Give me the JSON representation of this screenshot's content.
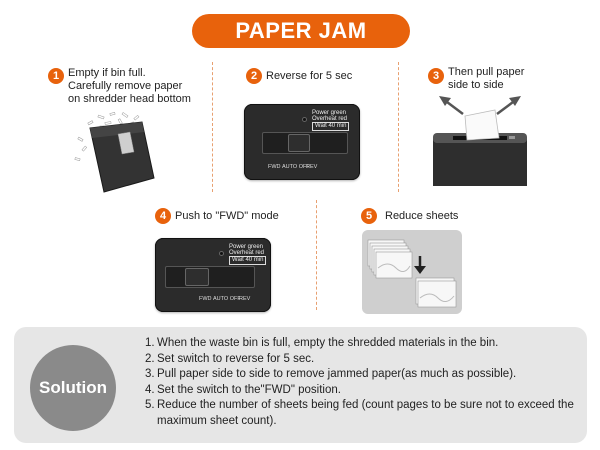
{
  "title": "PAPER JAM",
  "steps": [
    {
      "num": "1",
      "lines": [
        "Empty if bin full.",
        "Carefully remove paper",
        "on shredder head bottom"
      ]
    },
    {
      "num": "2",
      "lines": [
        "Reverse for 5 sec"
      ]
    },
    {
      "num": "3",
      "lines": [
        "Then pull paper",
        "side to side"
      ]
    },
    {
      "num": "4",
      "lines": [
        "Push to \"FWD\" mode"
      ]
    },
    {
      "num": "5",
      "lines": [
        "Reduce sheets"
      ]
    }
  ],
  "panel": {
    "power_label": "Power green",
    "overheat_label": "Overheat red",
    "wait_label": "Wait 40 min",
    "fwd": "FWD",
    "auto_off": "AUTO OFF",
    "rev": "REV"
  },
  "solution": {
    "label": "Solution",
    "items": [
      {
        "n": "1.",
        "text": "When the waste bin is full, empty the shredded materials in the bin."
      },
      {
        "n": "2.",
        "text": "Set switch to reverse for 5 sec."
      },
      {
        "n": "3.",
        "text": "Pull paper side to side to remove jammed paper(as much as possible)."
      },
      {
        "n": "4.",
        "text": "Set the switch to the\"FWD\" position."
      },
      {
        "n": "5.",
        "text": "Reduce the number of sheets being fed (count pages to be sure not to exceed the maximum sheet count)."
      }
    ]
  },
  "colors": {
    "accent": "#e8620c",
    "solution_bg": "#e6e6e6",
    "solution_circle": "#8a8a8a"
  }
}
